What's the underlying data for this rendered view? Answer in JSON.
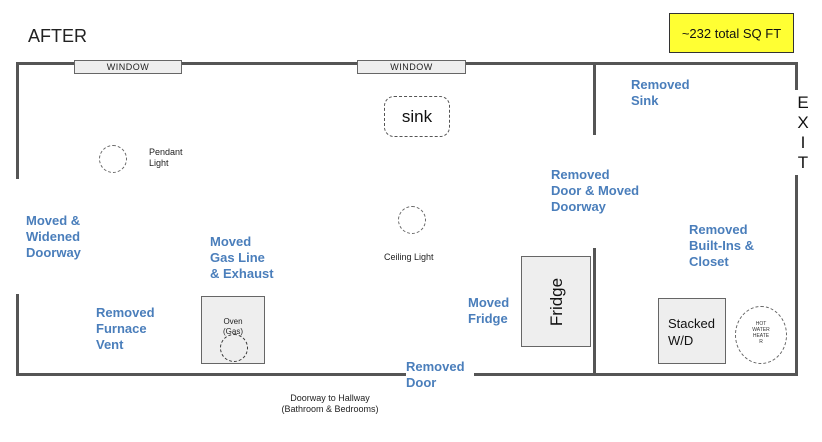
{
  "title": "AFTER",
  "sqft_badge": {
    "label": "~232 total SQ FT",
    "color": "#ffff33"
  },
  "windows": [
    "WINDOW",
    "WINDOW"
  ],
  "exit_letters": [
    "E",
    "X",
    "I",
    "T"
  ],
  "fixtures": {
    "sink": "sink",
    "pendant_light": "Pendant\nLight",
    "ceiling_light": "Ceiling Light",
    "oven": "Oven\n(Gas)",
    "fridge": "Fridge",
    "stacked_wd": "Stacked\nW/D",
    "hot_water_heater": "HOT\nWATER\nHEATE\nR"
  },
  "notes": {
    "removed_sink": "Removed\nSink",
    "moved_widened_doorway": "Moved &\nWidened\nDoorway",
    "moved_gas_line": "Moved\nGas Line\n& Exhaust",
    "removed_door_moved_doorway": "Removed\nDoor & Moved\nDoorway",
    "removed_builtins": "Removed\nBuilt-Ins &\nCloset",
    "removed_furnace_vent": "Removed\nFurnace\nVent",
    "moved_fridge": "Moved\nFridge",
    "removed_door": "Removed\nDoor"
  },
  "doorway_hallway": "Doorway to Hallway\n(Bathroom & Bedrooms)",
  "colors": {
    "note_blue": "#4a7ebb",
    "wall": "#555555"
  }
}
